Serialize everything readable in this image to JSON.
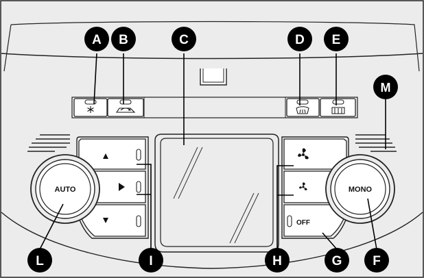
{
  "labels": {
    "a": "A",
    "b": "B",
    "c": "C",
    "d": "D",
    "e": "E",
    "m": "M",
    "l": "L",
    "i": "I",
    "h": "H",
    "g": "G",
    "f": "F"
  },
  "buttons": {
    "auto": "AUTO",
    "mono": "MONO",
    "off": "OFF"
  },
  "colors": {
    "panel": "#ececec",
    "line": "#222222",
    "callout": "#000000",
    "button_face": "#ffffff"
  },
  "icons": {
    "a": "snowflake-icon",
    "b": "recirculation-icon",
    "d": "windscreen-demist-icon",
    "e": "rear-window-demist-icon",
    "fan_high": "fan-icon",
    "fan_low": "fan-icon",
    "temp_up": "arrow-up-icon",
    "temp_select": "arrow-right-icon",
    "temp_down": "arrow-down-icon"
  }
}
